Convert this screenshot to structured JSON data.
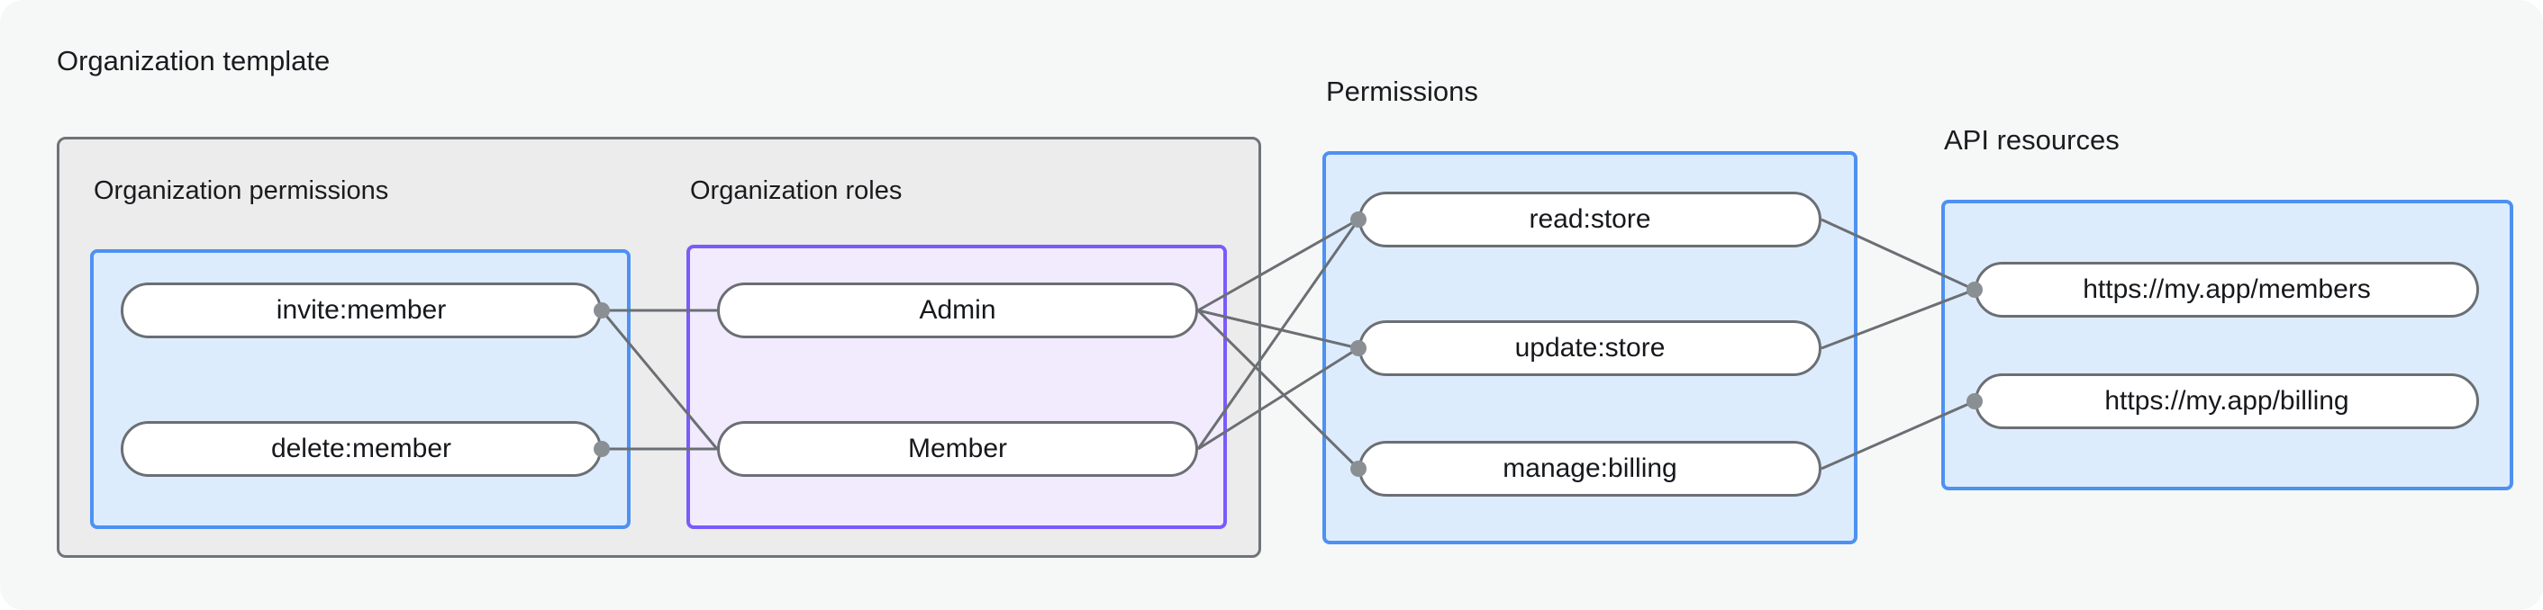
{
  "diagram": {
    "title_bar": "",
    "background_color": "#f6f8f8",
    "groups": [
      {
        "id": "organization-template",
        "label": "Organization template",
        "kind": "outer-container",
        "border_color": "#6e7479",
        "fill_color": "#ececec"
      },
      {
        "id": "organization-permissions",
        "label": "Organization permissions",
        "kind": "blue-box",
        "border_color": "#4d91f2",
        "fill_color": "#ddecfd",
        "nodes": [
          "invite:member",
          "delete:member"
        ]
      },
      {
        "id": "organization-roles",
        "label": "Organization roles",
        "kind": "purple-box",
        "border_color": "#7a5bfb",
        "fill_color": "#f2ebfe",
        "nodes": [
          "Admin",
          "Member"
        ]
      },
      {
        "id": "permissions",
        "label": "Permissions",
        "kind": "blue-box",
        "border_color": "#4d91f2",
        "fill_color": "#ddecfd",
        "nodes": [
          "read:store",
          "update:store",
          "manage:billing"
        ]
      },
      {
        "id": "api-resources",
        "label": "API resources",
        "kind": "blue-box",
        "border_color": "#4d91f2",
        "fill_color": "#ddecfd",
        "nodes": [
          "https://my.app/members",
          "https://my.app/billing"
        ]
      }
    ],
    "nodes": {
      "org_permissions": [
        {
          "id": "invite-member",
          "label": "invite:member"
        },
        {
          "id": "delete-member",
          "label": "delete:member"
        }
      ],
      "org_roles": [
        {
          "id": "admin",
          "label": "Admin"
        },
        {
          "id": "member",
          "label": "Member"
        }
      ],
      "permissions": [
        {
          "id": "read-store",
          "label": "read:store"
        },
        {
          "id": "update-store",
          "label": "update:store"
        },
        {
          "id": "manage-billing",
          "label": "manage:billing"
        }
      ],
      "api_resources": [
        {
          "id": "members-url",
          "label": "https://my.app/members"
        },
        {
          "id": "billing-url",
          "label": "https://my.app/billing"
        }
      ]
    },
    "edges": [
      {
        "from": "invite-member",
        "to": "admin"
      },
      {
        "from": "invite-member",
        "to": "member"
      },
      {
        "from": "delete-member",
        "to": "member"
      },
      {
        "from": "admin",
        "to": "read-store"
      },
      {
        "from": "admin",
        "to": "update-store"
      },
      {
        "from": "admin",
        "to": "manage-billing"
      },
      {
        "from": "member",
        "to": "read-store"
      },
      {
        "from": "member",
        "to": "update-store"
      },
      {
        "from": "read-store",
        "to": "members-url"
      },
      {
        "from": "update-store",
        "to": "members-url"
      },
      {
        "from": "manage-billing",
        "to": "billing-url"
      }
    ]
  }
}
